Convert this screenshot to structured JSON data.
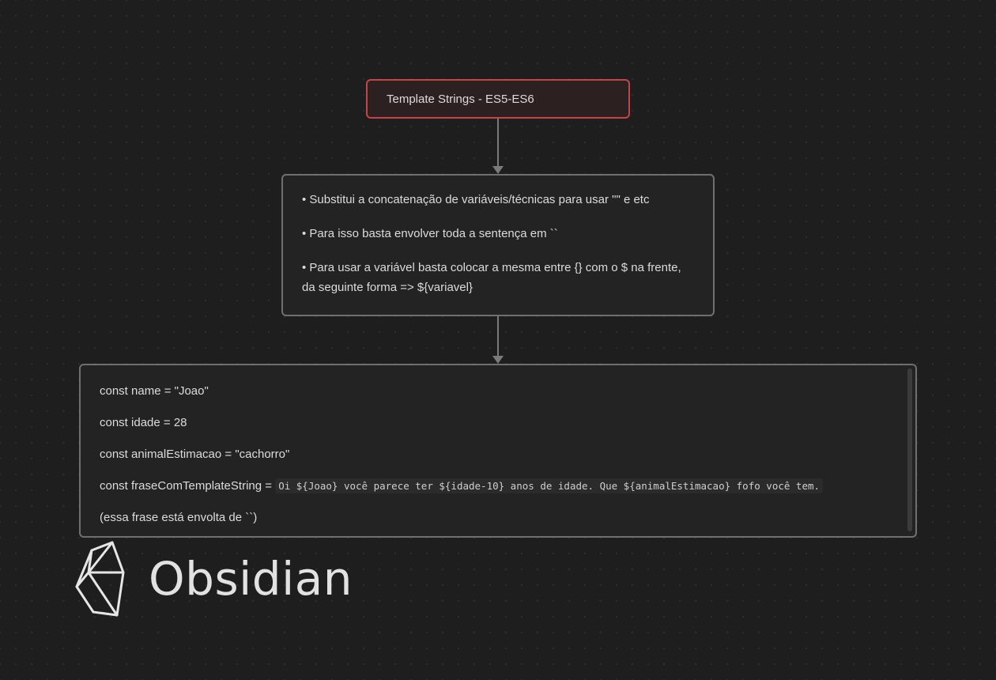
{
  "canvas": {
    "title_card": {
      "text": "Template Strings - ES5-ES6",
      "border_color": "#c2454a"
    },
    "notes_card": {
      "items": [
        "• Substitui a concatenação de variáveis/técnicas para usar \"\" e etc",
        "• Para isso basta envolver toda a sentença em ``",
        "• Para usar a variável basta colocar a mesma entre {} com o $ na frente, da seguinte forma => ${variavel}"
      ]
    },
    "code_card": {
      "line1": "const name = \"Joao\"",
      "line2": "const idade = 28",
      "line3": "const animalEstimacao = \"cachorro\"",
      "line4_prefix": "const fraseComTemplateString =",
      "line4_code": "Oi ${Joao} você parece ter ${idade-10} anos de idade. Que ${animalEstimacao} fofo você tem.",
      "line5": "(essa frase está envolta de ``)"
    }
  },
  "watermark": {
    "icon": "obsidian-logo-icon",
    "text": "Obsidian"
  }
}
